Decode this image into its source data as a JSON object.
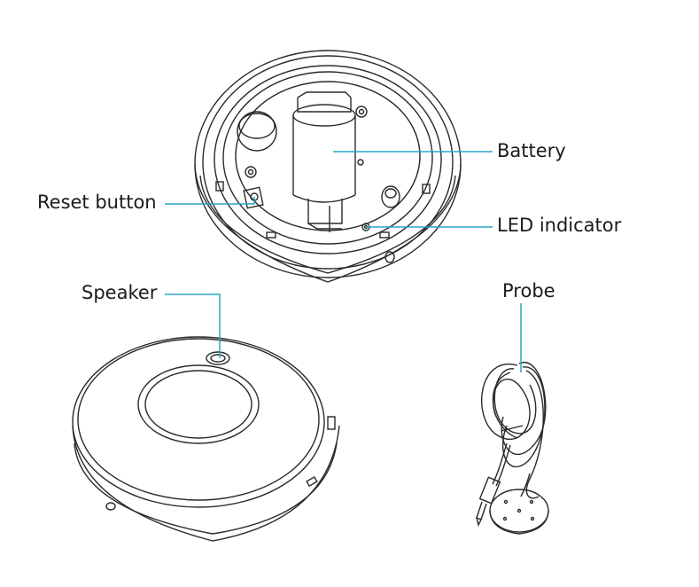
{
  "callouts": {
    "battery": "Battery",
    "reset_button": "Reset button",
    "led_indicator": "LED indicator",
    "speaker": "Speaker",
    "probe": "Probe"
  },
  "colors": {
    "leader_line": "#2aa6c8",
    "outline": "#2a2a2a",
    "background": "#ffffff"
  }
}
